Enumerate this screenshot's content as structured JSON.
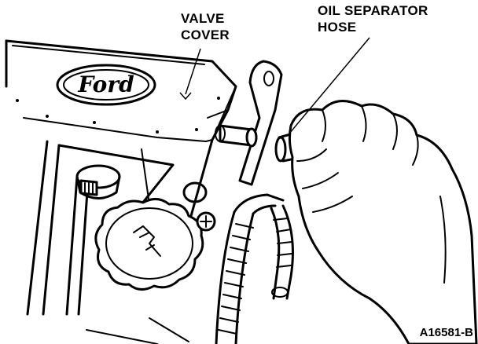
{
  "labels": {
    "valve_cover": [
      "VALVE",
      "COVER"
    ],
    "oil_separator_hose": [
      "OIL SEPARATOR",
      "HOSE"
    ]
  },
  "logo": {
    "brand_text": "Ford"
  },
  "figure_id": "A16581-B",
  "colors": {
    "ink": "#000000",
    "paper": "#ffffff"
  }
}
